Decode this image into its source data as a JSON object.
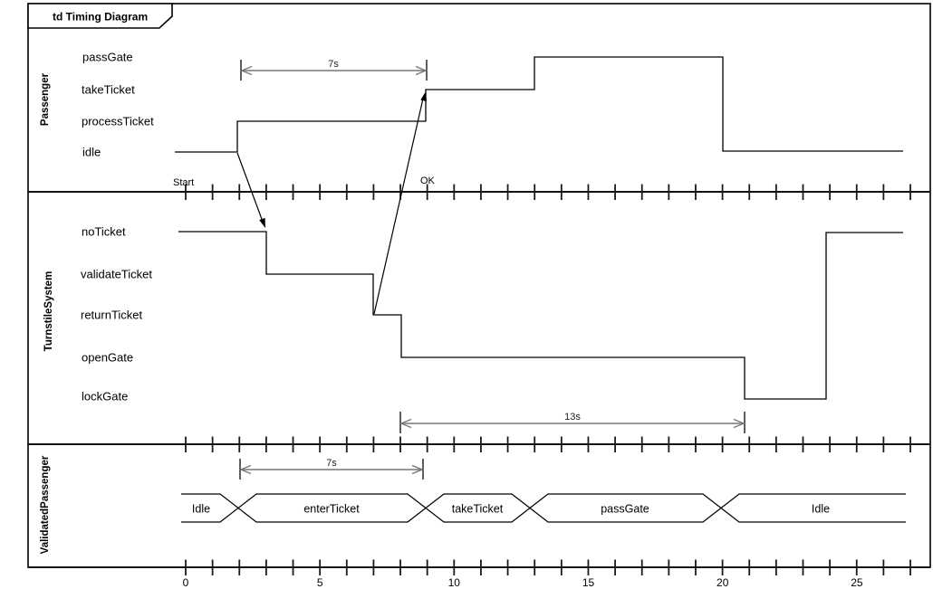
{
  "title": "td Timing Diagram",
  "colors": {
    "line": "#000000",
    "duration_arrow": "#777777",
    "background": "#ffffff"
  },
  "lifelines": [
    {
      "name": "Passenger",
      "states": [
        "passGate",
        "takeTicket",
        "processTicket",
        "idle"
      ],
      "segments": [
        {
          "state": "idle",
          "from": 0,
          "to": 2
        },
        {
          "state": "processTicket",
          "from": 2,
          "to": 9
        },
        {
          "state": "takeTicket",
          "from": 9,
          "to": 13
        },
        {
          "state": "passGate",
          "from": 13,
          "to": 20
        },
        {
          "state": "idle",
          "from": 20,
          "to": 27
        }
      ]
    },
    {
      "name": "TurnstileSystem",
      "states": [
        "noTicket",
        "validateTicket",
        "returnTicket",
        "openGate",
        "lockGate"
      ],
      "segments": [
        {
          "state": "noTicket",
          "from": 0,
          "to": 3
        },
        {
          "state": "validateTicket",
          "from": 3,
          "to": 7
        },
        {
          "state": "returnTicket",
          "from": 7,
          "to": 8
        },
        {
          "state": "openGate",
          "from": 8,
          "to": 21
        },
        {
          "state": "lockGate",
          "from": 21,
          "to": 24
        },
        {
          "state": "noTicket",
          "from": 24,
          "to": 27
        }
      ]
    },
    {
      "name": "ValidatedPassenger",
      "values": [
        "Idle",
        "enterTicket",
        "takeTicket",
        "passGate",
        "Idle"
      ],
      "segments": [
        {
          "value": "Idle",
          "from": 0,
          "to": 2
        },
        {
          "value": "enterTicket",
          "from": 2,
          "to": 9
        },
        {
          "value": "takeTicket",
          "from": 9,
          "to": 13
        },
        {
          "value": "passGate",
          "from": 13,
          "to": 20
        },
        {
          "value": "Idle",
          "from": 20,
          "to": 27
        }
      ]
    }
  ],
  "messages": [
    {
      "label": "Start",
      "from": "Passenger.idle",
      "to": "TurnstileSystem.noTicket",
      "from_time": 2,
      "to_time": 3
    },
    {
      "label": "OK",
      "from": "TurnstileSystem.returnTicket",
      "to": "Passenger.takeTicket",
      "from_time": 7,
      "to_time": 9
    }
  ],
  "durations": [
    {
      "label": "7s",
      "lifeline": "Passenger",
      "from": 2,
      "to": 9
    },
    {
      "label": "13s",
      "lifeline": "TurnstileSystem",
      "from": 8,
      "to": 21
    },
    {
      "label": "7s",
      "lifeline": "ValidatedPassenger",
      "from": 2,
      "to": 9
    }
  ],
  "axis": {
    "labels": [
      "0",
      "5",
      "10",
      "15",
      "20",
      "25"
    ],
    "min": 0,
    "max": 27,
    "tick_interval": 1,
    "label_interval": 5
  }
}
